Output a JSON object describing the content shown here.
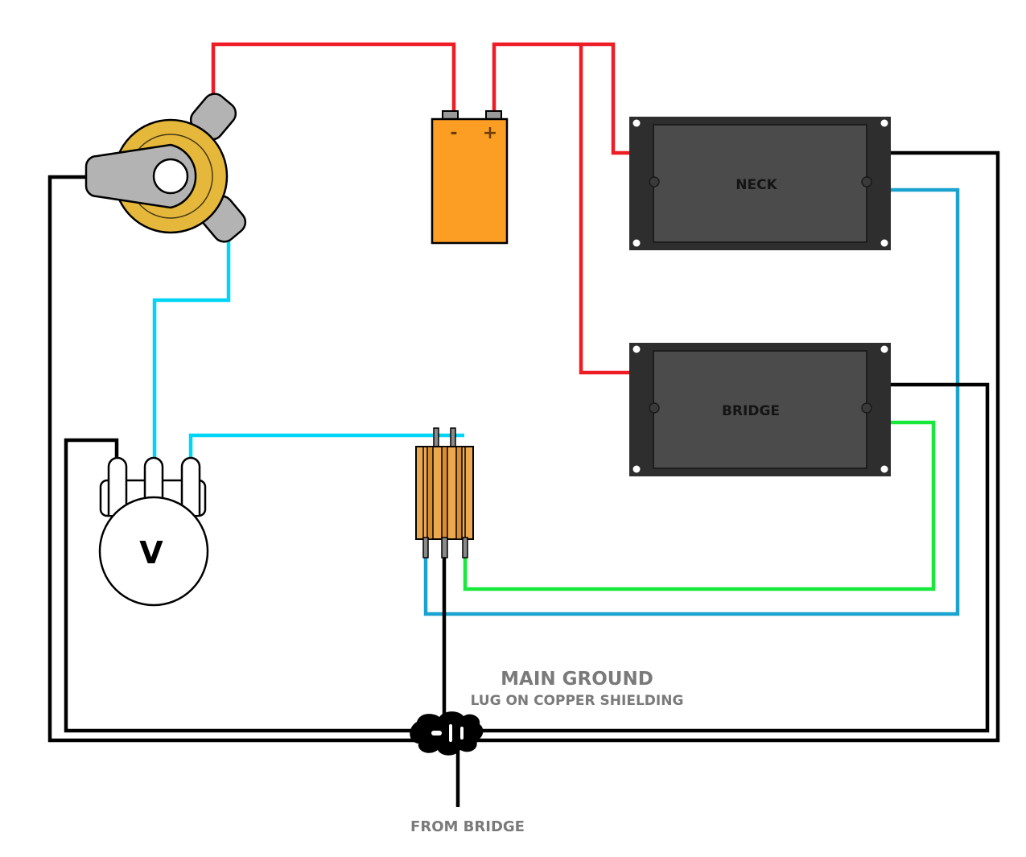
{
  "battery": {
    "neg_label": "-",
    "pos_label": "+"
  },
  "pickups": {
    "neck_label": "NECK",
    "bridge_label": "BRIDGE"
  },
  "volume_pot": {
    "label": "V"
  },
  "ground": {
    "title": "MAIN GROUND",
    "subtitle": "LUG ON COPPER SHIELDING",
    "from_label": "FROM BRIDGE"
  },
  "colors": {
    "power_red": "#ee1c25",
    "signal_cyan": "#00d5f5",
    "neck_blue": "#1ba3d0",
    "bridge_green": "#17e83a",
    "ground_black": "#000000",
    "jack_gold": "#e5b83c",
    "jack_gray": "#b3b3b3",
    "battery_orange": "#fc9e24",
    "pickup_dark": "#2e2e2e",
    "pickup_face": "#4b4b4b",
    "switch_tan": "#eba84f",
    "label_gray": "#7a7a7a"
  }
}
